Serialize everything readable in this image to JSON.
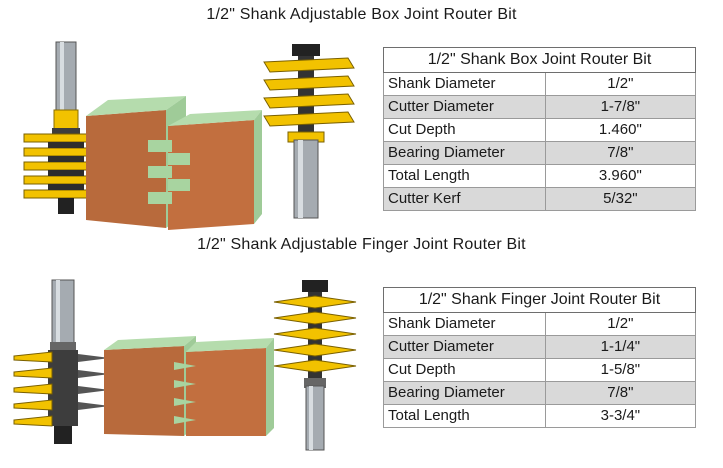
{
  "box_section": {
    "title": "1/2\" Shank Adjustable Box Joint Router Bit",
    "table_title": "1/2\" Shank Box Joint Router Bit",
    "rows": [
      {
        "label": "Shank Diameter",
        "value": "1/2\""
      },
      {
        "label": "Cutter Diameter",
        "value": "1-7/8\""
      },
      {
        "label": "Cut Depth",
        "value": "1.460\""
      },
      {
        "label": "Bearing Diameter",
        "value": "7/8\""
      },
      {
        "label": "Total Length",
        "value": "3.960\""
      },
      {
        "label": "Cutter Kerf",
        "value": "5/32\""
      }
    ]
  },
  "finger_section": {
    "title": "1/2\" Shank Adjustable Finger Joint Router Bit",
    "table_title": "1/2\" Shank Finger Joint Router Bit",
    "rows": [
      {
        "label": "Shank Diameter",
        "value": "1/2\""
      },
      {
        "label": "Cutter Diameter",
        "value": "1-1/4\""
      },
      {
        "label": "Cut Depth",
        "value": "1-5/8\""
      },
      {
        "label": "Bearing Diameter",
        "value": "7/8\""
      },
      {
        "label": "Total Length",
        "value": "3-3/4\""
      }
    ]
  },
  "colors": {
    "cutter_yellow": "#f2c200",
    "steel_dark": "#3a3a3a",
    "shank_gray": "#9aa0a6",
    "wood_end": "#b86a3c",
    "wood_face": "#a8d4a0",
    "row_shade": "#d9d9d9"
  }
}
